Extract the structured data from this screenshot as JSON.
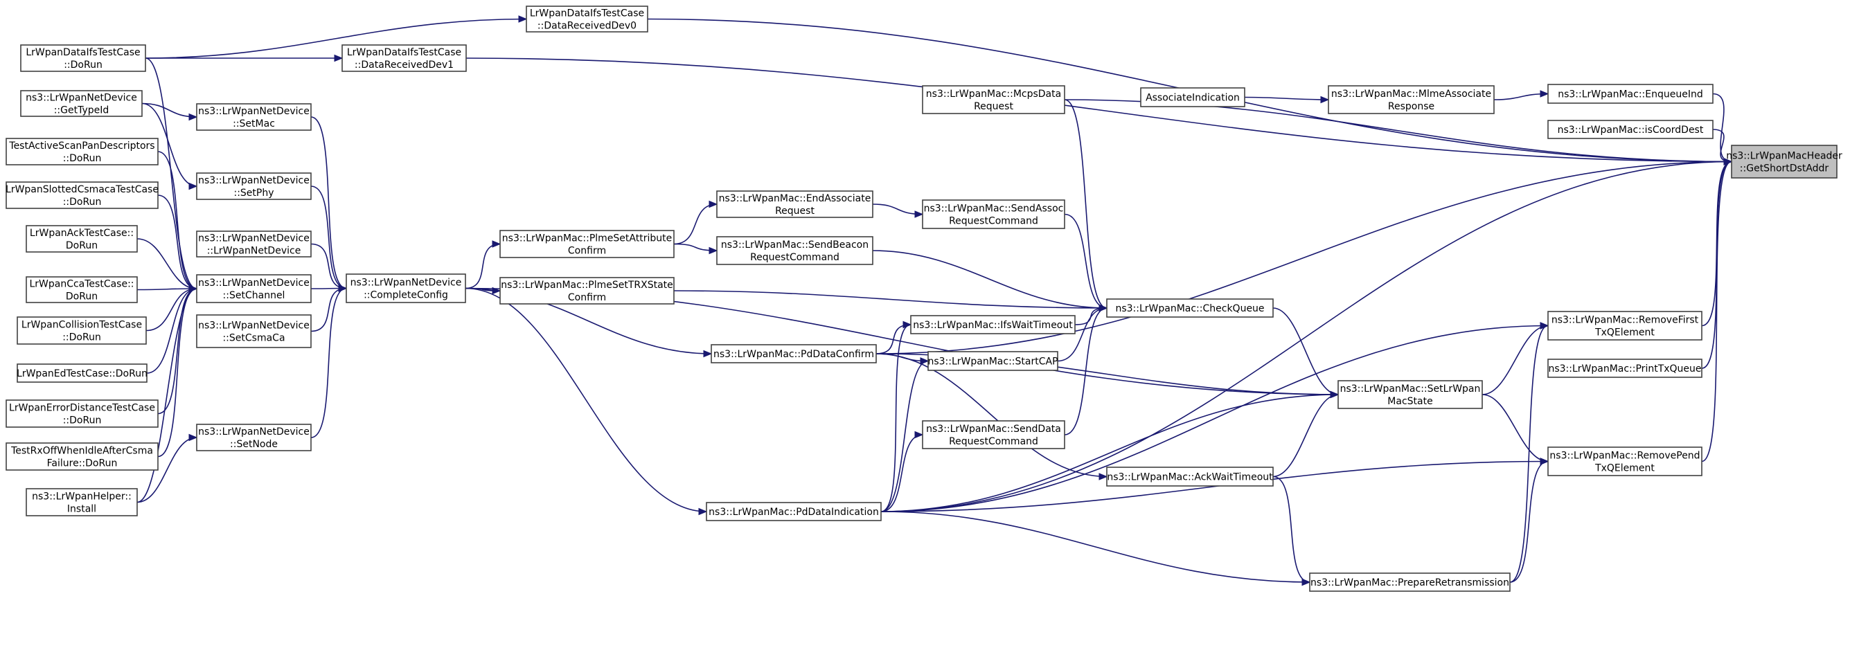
{
  "graph": {
    "colors": {
      "edge": "#191970",
      "node_border": "#404040",
      "focus_fill": "#bfbfbf",
      "background": "#ffffff"
    },
    "nodes": [
      {
        "id": "getshort",
        "lines": [
          "ns3::LrWpanMacHeader",
          "::GetShortDstAddr"
        ],
        "focus": true
      },
      {
        "id": "recv0",
        "lines": [
          "LrWpanDataIfsTestCase",
          "::DataReceivedDev0"
        ]
      },
      {
        "id": "dorun_ifs",
        "lines": [
          "LrWpanDataIfsTestCase",
          "::DoRun"
        ]
      },
      {
        "id": "recv1",
        "lines": [
          "LrWpanDataIfsTestCase",
          "::DataReceivedDev1"
        ]
      },
      {
        "id": "gettypeid",
        "lines": [
          "ns3::LrWpanNetDevice",
          "::GetTypeId"
        ]
      },
      {
        "id": "setmac",
        "lines": [
          "ns3::LrWpanNetDevice",
          "::SetMac"
        ]
      },
      {
        "id": "activescan",
        "lines": [
          "TestActiveScanPanDescriptors",
          "::DoRun"
        ]
      },
      {
        "id": "setphy",
        "lines": [
          "ns3::LrWpanNetDevice",
          "::SetPhy"
        ]
      },
      {
        "id": "slotted",
        "lines": [
          "LrWpanSlottedCsmacaTestCase",
          "::DoRun"
        ]
      },
      {
        "id": "ctor",
        "lines": [
          "ns3::LrWpanNetDevice",
          "::LrWpanNetDevice"
        ]
      },
      {
        "id": "acktest",
        "lines": [
          "LrWpanAckTestCase::",
          "DoRun"
        ]
      },
      {
        "id": "setchannel",
        "lines": [
          "ns3::LrWpanNetDevice",
          "::SetChannel"
        ]
      },
      {
        "id": "ccatest",
        "lines": [
          "LrWpanCcaTestCase::",
          "DoRun"
        ]
      },
      {
        "id": "setcsmaca",
        "lines": [
          "ns3::LrWpanNetDevice",
          "::SetCsmaCa"
        ]
      },
      {
        "id": "collision",
        "lines": [
          "LrWpanCollisionTestCase",
          "::DoRun"
        ]
      },
      {
        "id": "edtest",
        "lines": [
          "LrWpanEdTestCase::DoRun"
        ]
      },
      {
        "id": "errdist",
        "lines": [
          "LrWpanErrorDistanceTestCase",
          "::DoRun"
        ]
      },
      {
        "id": "setnode",
        "lines": [
          "ns3::LrWpanNetDevice",
          "::SetNode"
        ]
      },
      {
        "id": "rxoff",
        "lines": [
          "TestRxOffWhenIdleAfterCsma",
          "Failure::DoRun"
        ]
      },
      {
        "id": "install",
        "lines": [
          "ns3::LrWpanHelper::",
          "Install"
        ]
      },
      {
        "id": "completecfg",
        "lines": [
          "ns3::LrWpanNetDevice",
          "::CompleteConfig"
        ]
      },
      {
        "id": "plmesetattr",
        "lines": [
          "ns3::LrWpanMac::PlmeSetAttribute",
          "Confirm"
        ]
      },
      {
        "id": "plmesettrx",
        "lines": [
          "ns3::LrWpanMac::PlmeSetTRXState",
          "Confirm"
        ]
      },
      {
        "id": "endassoc",
        "lines": [
          "ns3::LrWpanMac::EndAssociate",
          "Request"
        ]
      },
      {
        "id": "sendbeacon",
        "lines": [
          "ns3::LrWpanMac::SendBeacon",
          "RequestCommand"
        ]
      },
      {
        "id": "pddataconfirm",
        "lines": [
          "ns3::LrWpanMac::PdDataConfirm"
        ]
      },
      {
        "id": "pddataind",
        "lines": [
          "ns3::LrWpanMac::PdDataIndication"
        ]
      },
      {
        "id": "mcpsdata",
        "lines": [
          "ns3::LrWpanMac::McpsData",
          "Request"
        ]
      },
      {
        "id": "sendassoc",
        "lines": [
          "ns3::LrWpanMac::SendAssoc",
          "RequestCommand"
        ]
      },
      {
        "id": "ifswait",
        "lines": [
          "ns3::LrWpanMac::IfsWaitTimeout"
        ]
      },
      {
        "id": "startcap",
        "lines": [
          "ns3::LrWpanMac::StartCAP"
        ]
      },
      {
        "id": "senddata",
        "lines": [
          "ns3::LrWpanMac::SendData",
          "RequestCommand"
        ]
      },
      {
        "id": "checkqueue",
        "lines": [
          "ns3::LrWpanMac::CheckQueue"
        ]
      },
      {
        "id": "ackwait",
        "lines": [
          "ns3::LrWpanMac::AckWaitTimeout"
        ]
      },
      {
        "id": "assocind",
        "lines": [
          "AssociateIndication"
        ]
      },
      {
        "id": "mlmeassoc",
        "lines": [
          "ns3::LrWpanMac::MlmeAssociate",
          "Response"
        ]
      },
      {
        "id": "setstate",
        "lines": [
          "ns3::LrWpanMac::SetLrWpan",
          "MacState"
        ]
      },
      {
        "id": "preparetx",
        "lines": [
          "ns3::LrWpanMac::PrepareRetransmission"
        ]
      },
      {
        "id": "enqueueind",
        "lines": [
          "ns3::LrWpanMac::EnqueueInd"
        ]
      },
      {
        "id": "iscoord",
        "lines": [
          "ns3::LrWpanMac::isCoordDest"
        ]
      },
      {
        "id": "removefirst",
        "lines": [
          "ns3::LrWpanMac::RemoveFirst",
          "TxQElement"
        ]
      },
      {
        "id": "printtx",
        "lines": [
          "ns3::LrWpanMac::PrintTxQueue"
        ]
      },
      {
        "id": "removepend",
        "lines": [
          "ns3::LrWpanMac::RemovePend",
          "TxQElement"
        ]
      }
    ],
    "edges": [
      {
        "from": "dorun_ifs",
        "to": "recv0"
      },
      {
        "from": "dorun_ifs",
        "to": "recv1"
      },
      {
        "from": "dorun_ifs",
        "to": "setchannel"
      },
      {
        "from": "gettypeid",
        "to": "setmac"
      },
      {
        "from": "gettypeid",
        "to": "setphy"
      },
      {
        "from": "activescan",
        "to": "setchannel"
      },
      {
        "from": "slotted",
        "to": "setchannel"
      },
      {
        "from": "acktest",
        "to": "setchannel"
      },
      {
        "from": "ccatest",
        "to": "setchannel"
      },
      {
        "from": "collision",
        "to": "setchannel"
      },
      {
        "from": "edtest",
        "to": "setchannel"
      },
      {
        "from": "errdist",
        "to": "setchannel"
      },
      {
        "from": "rxoff",
        "to": "setchannel"
      },
      {
        "from": "install",
        "to": "setchannel"
      },
      {
        "from": "install",
        "to": "setnode"
      },
      {
        "from": "setmac",
        "to": "completecfg"
      },
      {
        "from": "setphy",
        "to": "completecfg"
      },
      {
        "from": "ctor",
        "to": "completecfg"
      },
      {
        "from": "setchannel",
        "to": "completecfg"
      },
      {
        "from": "setcsmaca",
        "to": "completecfg"
      },
      {
        "from": "setnode",
        "to": "completecfg"
      },
      {
        "from": "completecfg",
        "to": "plmesetattr"
      },
      {
        "from": "completecfg",
        "to": "plmesettrx"
      },
      {
        "from": "completecfg",
        "to": "pddataconfirm"
      },
      {
        "from": "completecfg",
        "to": "pddataind"
      },
      {
        "from": "completecfg",
        "to": "setstate"
      },
      {
        "from": "plmesetattr",
        "to": "endassoc"
      },
      {
        "from": "plmesetattr",
        "to": "sendbeacon"
      },
      {
        "from": "endassoc",
        "to": "sendassoc"
      },
      {
        "from": "pddataconfirm",
        "to": "ifswait"
      },
      {
        "from": "pddataconfirm",
        "to": "startcap"
      },
      {
        "from": "pddataconfirm",
        "to": "setstate"
      },
      {
        "from": "pddataconfirm",
        "to": "ackwait"
      },
      {
        "from": "pddataconfirm",
        "to": "getshort"
      },
      {
        "from": "pddataind",
        "to": "ifswait"
      },
      {
        "from": "pddataind",
        "to": "startcap"
      },
      {
        "from": "pddataind",
        "to": "senddata"
      },
      {
        "from": "pddataind",
        "to": "setstate"
      },
      {
        "from": "pddataind",
        "to": "preparetx"
      },
      {
        "from": "pddataind",
        "to": "removefirst"
      },
      {
        "from": "pddataind",
        "to": "removepend"
      },
      {
        "from": "pddataind",
        "to": "getshort"
      },
      {
        "from": "mcpsdata",
        "to": "checkqueue"
      },
      {
        "from": "mcpsdata",
        "to": "getshort"
      },
      {
        "from": "sendassoc",
        "to": "checkqueue"
      },
      {
        "from": "sendbeacon",
        "to": "checkqueue"
      },
      {
        "from": "plmesettrx",
        "to": "checkqueue"
      },
      {
        "from": "ifswait",
        "to": "checkqueue"
      },
      {
        "from": "startcap",
        "to": "checkqueue"
      },
      {
        "from": "senddata",
        "to": "checkqueue"
      },
      {
        "from": "checkqueue",
        "to": "setstate"
      },
      {
        "from": "ackwait",
        "to": "setstate"
      },
      {
        "from": "ackwait",
        "to": "preparetx"
      },
      {
        "from": "assocind",
        "to": "mlmeassoc"
      },
      {
        "from": "mlmeassoc",
        "to": "enqueueind"
      },
      {
        "from": "recv0",
        "to": "getshort"
      },
      {
        "from": "recv1",
        "to": "getshort"
      },
      {
        "from": "enqueueind",
        "to": "getshort"
      },
      {
        "from": "iscoord",
        "to": "getshort"
      },
      {
        "from": "setstate",
        "to": "removefirst"
      },
      {
        "from": "setstate",
        "to": "removepend"
      },
      {
        "from": "preparetx",
        "to": "removefirst"
      },
      {
        "from": "preparetx",
        "to": "removepend"
      },
      {
        "from": "removefirst",
        "to": "getshort"
      },
      {
        "from": "printtx",
        "to": "getshort"
      },
      {
        "from": "removepend",
        "to": "getshort"
      }
    ]
  }
}
